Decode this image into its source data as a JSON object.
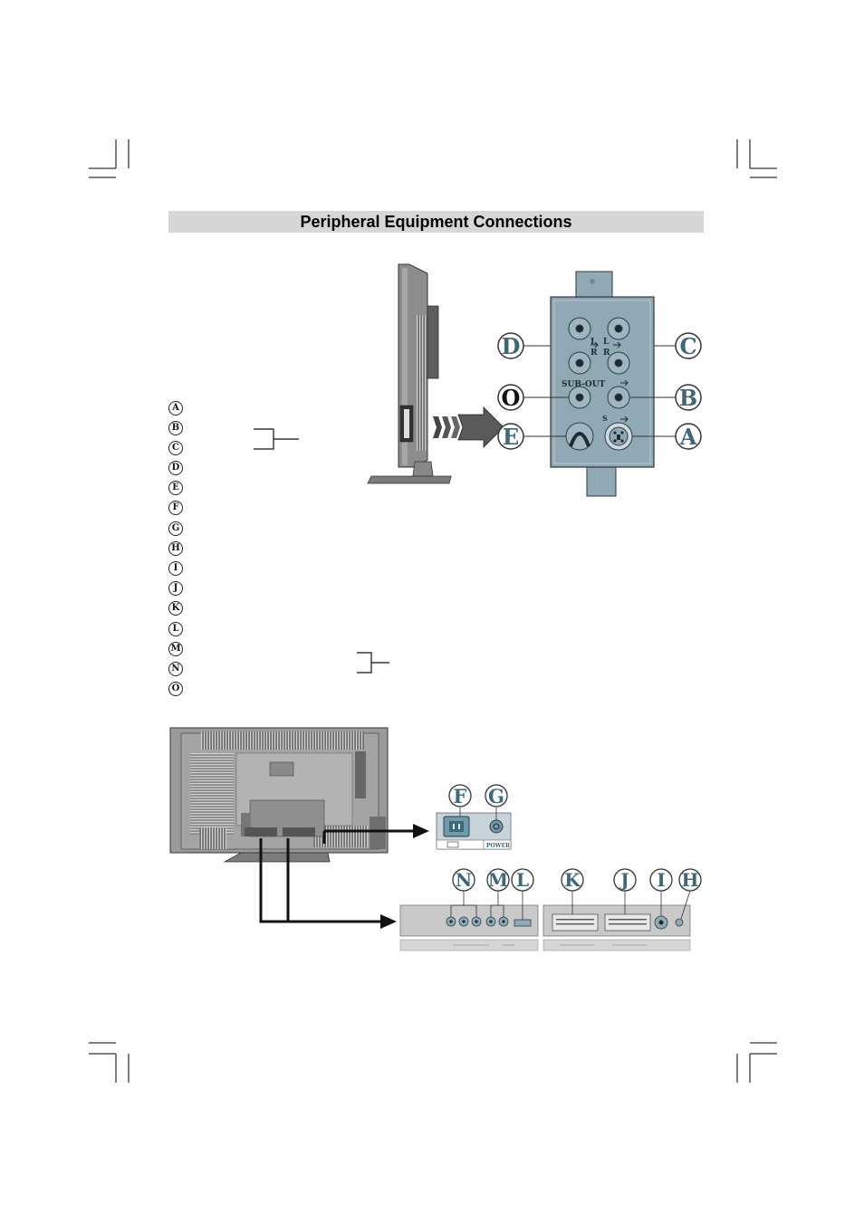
{
  "page": {
    "title": "Peripheral Equipment Connections"
  },
  "legend": [
    "A",
    "B",
    "C",
    "D",
    "E",
    "F",
    "G",
    "H",
    "I",
    "J",
    "K",
    "L",
    "M",
    "N",
    "O"
  ],
  "side_panel": {
    "labels": {
      "D": "D",
      "C": "C",
      "O": "O",
      "B": "B",
      "E": "E",
      "A": "A"
    },
    "jack_text": {
      "l_left": "L",
      "l_right": "L",
      "r_left": "R",
      "r_right": "R",
      "sub_out": "SUB-OUT",
      "s": "S"
    }
  },
  "power_panel": {
    "labels": {
      "F": "F",
      "G": "G"
    },
    "power_text": "POWER"
  },
  "rear_panel": {
    "labels": {
      "N": "N",
      "M": "M",
      "L": "L",
      "K": "K",
      "J": "J",
      "I": "I",
      "H": "H"
    }
  },
  "colors": {
    "title_bg": "#d7d7d7",
    "panel_blue": "#8fa9b5",
    "label_blue": "#3e6878",
    "device_grey": "#9a9a9a"
  }
}
